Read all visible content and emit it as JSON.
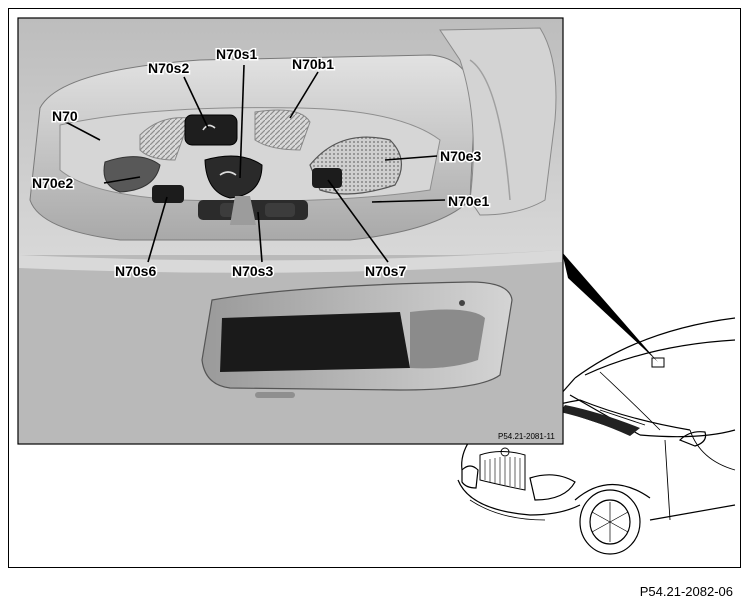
{
  "labels": {
    "n70": "N70",
    "n70s2": "N70s2",
    "n70s1": "N70s1",
    "n70b1": "N70b1",
    "n70e3": "N70e3",
    "n70e2": "N70e2",
    "n70e1": "N70e1",
    "n70s6": "N70s6",
    "n70s3": "N70s3",
    "n70s7": "N70s7"
  },
  "inset_code": "P54.21-2081-11",
  "figure_code": "P54.21-2082-06"
}
